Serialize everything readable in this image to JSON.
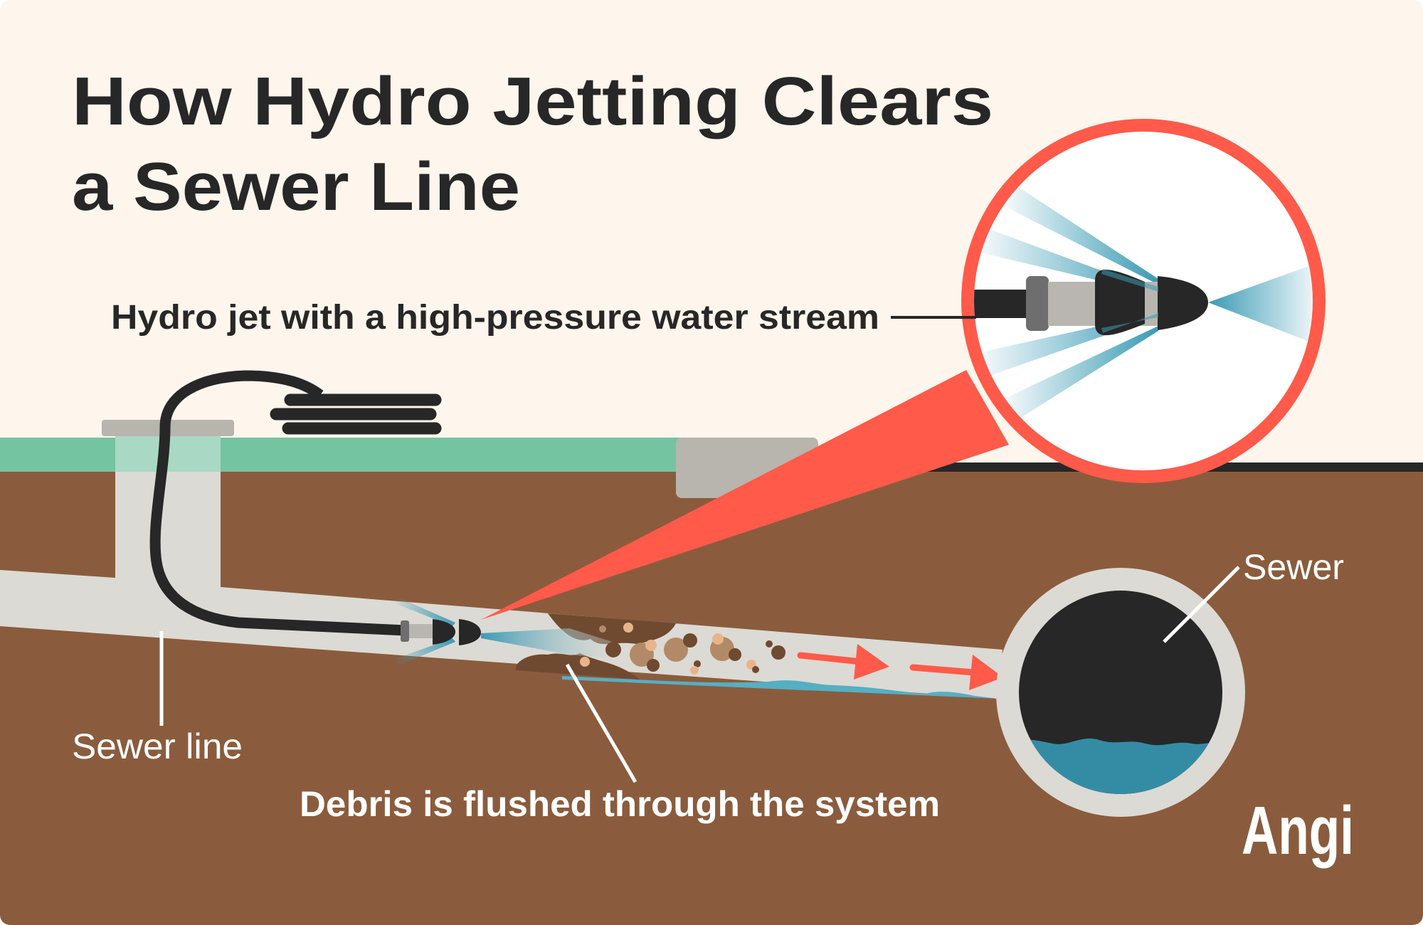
{
  "title": {
    "line1": "How Hydro Jetting Clears",
    "line2": "a Sewer Line"
  },
  "labels": {
    "hydro_jet": "Hydro jet with a high-pressure water stream",
    "sewer_line": "Sewer line",
    "debris": "Debris is flushed through the system",
    "sewer": "Sewer"
  },
  "logo": {
    "text": "Angi"
  },
  "colors": {
    "background": "#FEF5EC",
    "grass": "#74C4A2",
    "dirt": "#8A5C3D",
    "pipe": "#DCDAD4",
    "hose": "#272727",
    "accent_red": "#FF5A4A",
    "water": "#55AFC3",
    "sewer_water": "#348CA4",
    "debris_dark": "#6F4A30"
  }
}
